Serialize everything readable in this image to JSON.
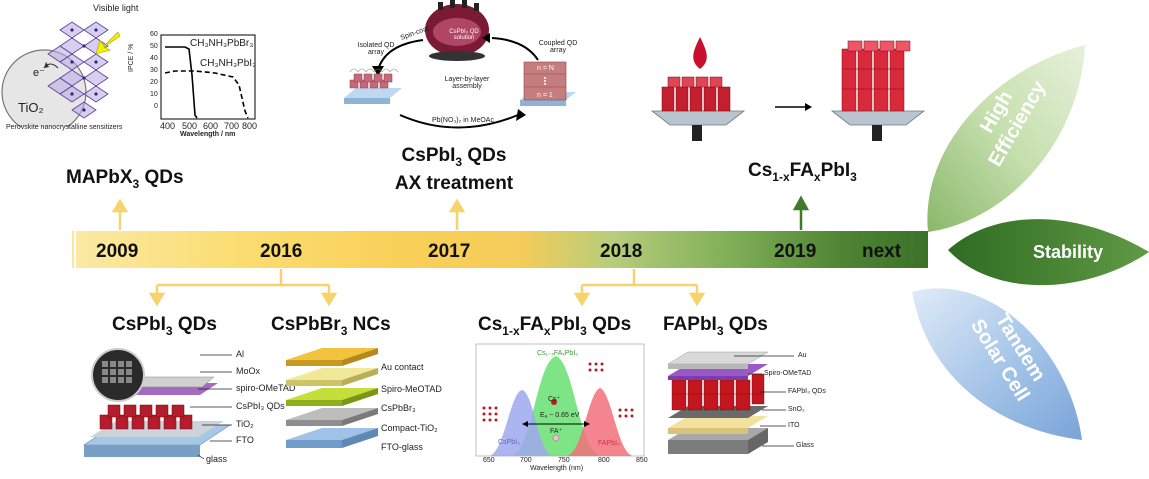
{
  "milestones_top": {
    "m2009": {
      "label": "MAPbX",
      "sub": "3",
      "suffix": " QDs"
    },
    "m2017": {
      "line1": "CsPbI",
      "sub": "3",
      "line1_suffix": " QDs",
      "line2": "AX treatment"
    },
    "m2019": {
      "p1": "Cs",
      "s1": "1-x",
      "p2": "FA",
      "s2": "x",
      "p3": "PbI",
      "s3": "3"
    }
  },
  "milestones_bottom": {
    "csp": {
      "label": "CsPbI",
      "sub": "3",
      "suffix": " QDs"
    },
    "cspbbr": {
      "label": "CsPbBr",
      "sub": "3",
      "suffix": " NCs"
    },
    "csfa": {
      "p1": "Cs",
      "s1": "1-x",
      "p2": "FA",
      "s2": "x",
      "p3": "PbI",
      "s3": "3",
      "suffix": " QDs"
    },
    "fapbi": {
      "label": "FAPbI",
      "sub": "3",
      "suffix": " QDs"
    }
  },
  "timeline": {
    "years": [
      "2009",
      "2016",
      "2017",
      "2018",
      "2019",
      "next"
    ]
  },
  "leaves": {
    "efficiency": {
      "line1": "High",
      "line2": "Efficiency"
    },
    "stability": "Stability",
    "tandem": {
      "line1": "Tandem",
      "line2": "Solar Cell"
    }
  },
  "fig_sensitizer": {
    "visible_light": "Visible light",
    "electron": "e⁻",
    "tio2": "TiO₂",
    "caption": "Perovskite nanocrystalline sensitizers"
  },
  "fig_ipce": {
    "ylabel": "IPCE / %",
    "xlabel": "Wavelength / nm",
    "yticks": [
      "0",
      "10",
      "20",
      "30",
      "40",
      "50",
      "60"
    ],
    "xticks": [
      "400",
      "500",
      "600",
      "700",
      "800"
    ],
    "series1": "CH₃NH₃PbBr₃",
    "series2": "CH₃NH₃PbI₃"
  },
  "fig_ax": {
    "solution": "CsPbI₃ QD solution",
    "spin_coat": "Spin-coat",
    "isolated": "Isolated QD array",
    "coupled": "Coupled QD array",
    "lbl_assembly": "Layer-by-layer assembly",
    "treatment": "Pb(NO₃)₂ in MeOAc",
    "n_top": "n = N",
    "n_bottom": "n = 1"
  },
  "fig_cspbi3_device": {
    "layers": [
      "Al",
      "MoOx",
      "spiro-OMeTAD",
      "CsPbI₃ QDs",
      "TiO₂",
      "FTO",
      "glass"
    ]
  },
  "fig_cspbbr3_device": {
    "layers": [
      "Au contact",
      "Spiro-MeOTAD",
      "CsPbBr₃",
      "Compact-TiO₂",
      "FTO-glass"
    ]
  },
  "fig_pl": {
    "top_label": "Cs₁₋ₓFAₓPbI₃",
    "cs_ion": "Cs⁺",
    "fa_ion": "FA⁺",
    "ea": "Eₐ ~ 0.65 eV",
    "left_label": "CsPbI₃",
    "right_label": "FAPbI₃",
    "xlabel": "Wavelength (nm)",
    "xticks": [
      "650",
      "700",
      "750",
      "800",
      "850"
    ]
  },
  "fig_fapbi3_device": {
    "layers": [
      "Au",
      "Spiro-OMeTAD",
      "FAPbI₃ QDs",
      "SnO₂",
      "ITO",
      "Glass"
    ]
  },
  "colors": {
    "arrow_yellow": "#f7d36a",
    "arrow_green": "#3f7a2a",
    "leaf_light_green": "#cfe5b7",
    "leaf_dark_green": "#3e7a2c",
    "leaf_blue": "#8fb4df"
  }
}
